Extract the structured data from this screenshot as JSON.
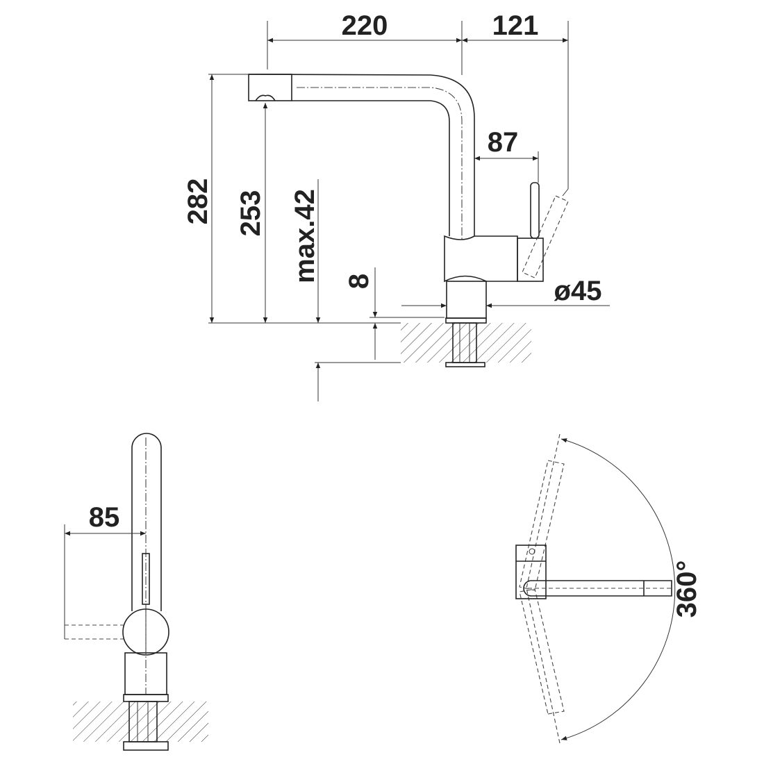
{
  "title": "Kitchen faucet dimension drawing",
  "dimensions": {
    "spout_reach": "220",
    "lever_reach": "121",
    "total_height": "282",
    "spout_height": "253",
    "counter_thickness": "max.42",
    "plate_height": "8",
    "lever_offset": "87",
    "base_diameter": "ø45",
    "side_lever": "85",
    "rotation": "360°"
  },
  "colors": {
    "line": "#222222",
    "background": "#ffffff"
  }
}
